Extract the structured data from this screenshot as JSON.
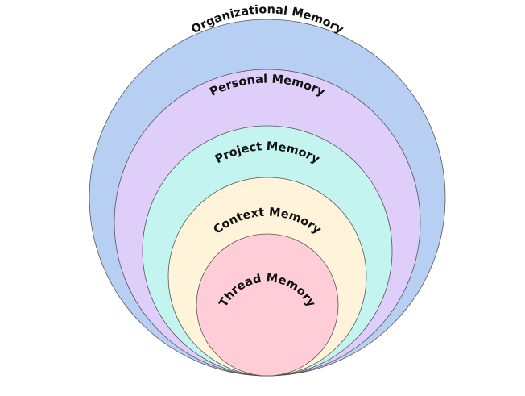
{
  "diagram": {
    "title": "Memory hierarchy",
    "layers": [
      {
        "label": "Organizational Memory",
        "color": "#b7cff3"
      },
      {
        "label": "Personal Memory",
        "color": "#dfcdfa"
      },
      {
        "label": "Project Memory",
        "color": "#c3f4f0"
      },
      {
        "label": "Context Memory",
        "color": "#fff4d9"
      },
      {
        "label": "Thread Memory",
        "color": "#ffcdd7"
      }
    ]
  }
}
